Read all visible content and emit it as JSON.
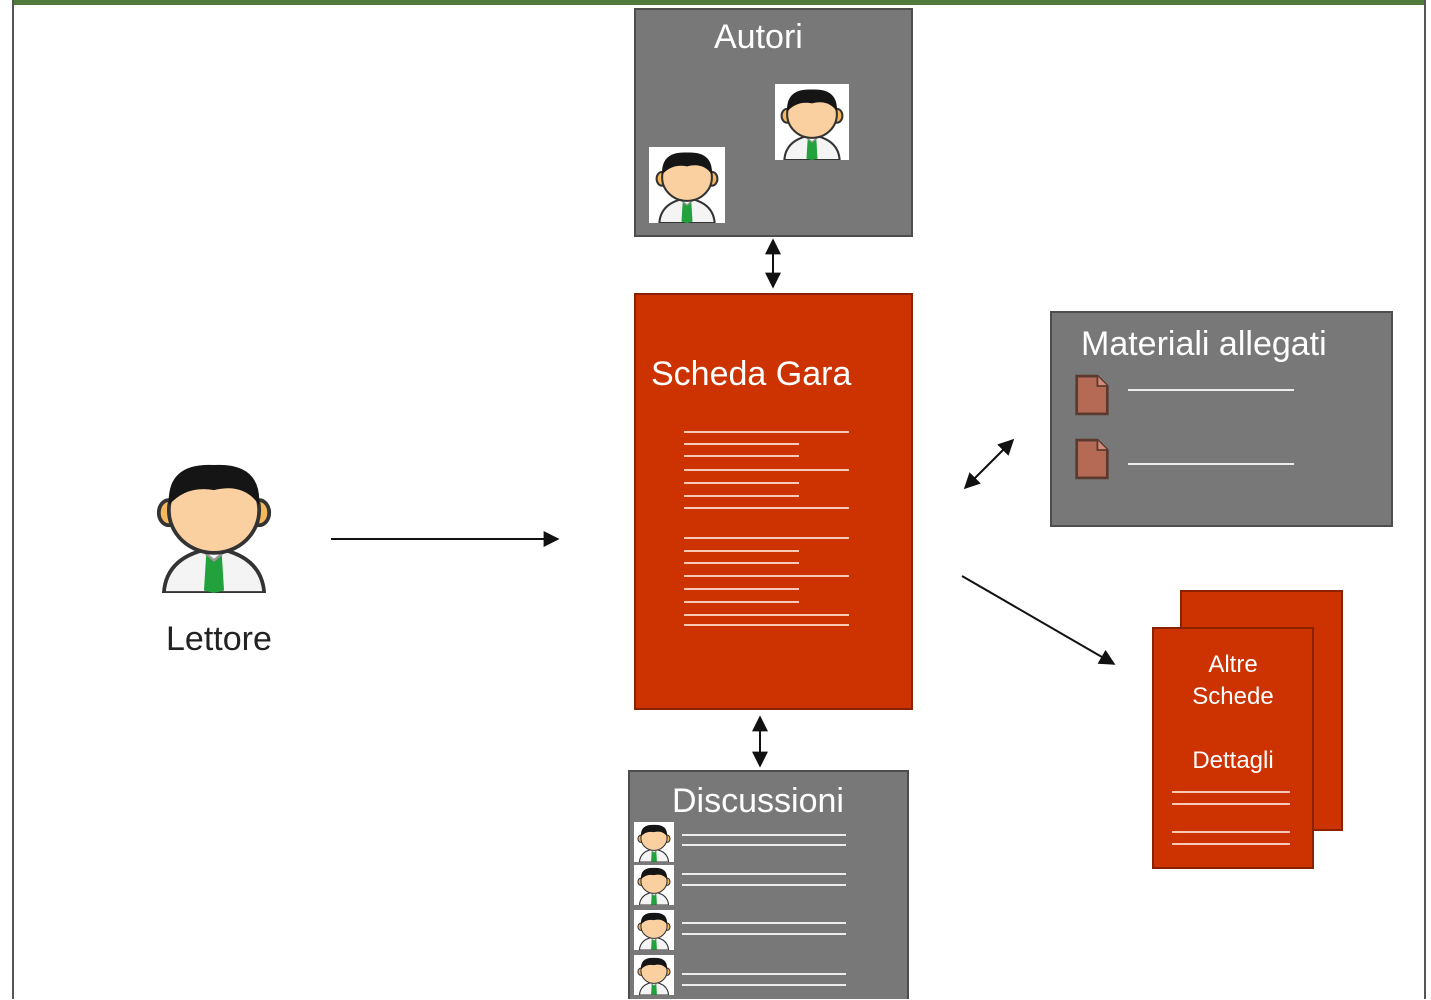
{
  "nodes": {
    "autori": "Autori",
    "scheda_gara": "Scheda Gara",
    "materiali_allegati": "Materiali allegati",
    "discussioni": "Discussioni",
    "altre_schede_line1": "Altre",
    "altre_schede_line2": "Schede",
    "dettagli": "Dettagli",
    "lettore": "Lettore"
  },
  "colors": {
    "gray_box": "#787878",
    "red_box": "#cc3300",
    "top_bar": "#4e7a3a"
  },
  "icons": [
    "person-icon",
    "document-icon"
  ]
}
